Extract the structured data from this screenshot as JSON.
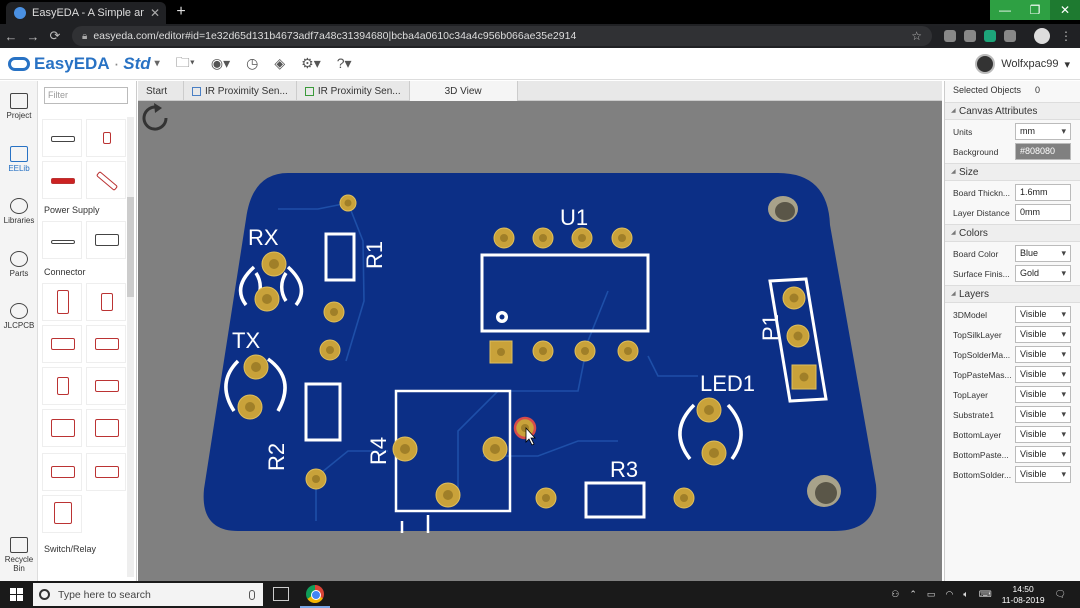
{
  "browser": {
    "tab_title": "EasyEDA - A Simple and Powerfu...",
    "url": "easyeda.com/editor#id=1e32d65d131b4673adf7a48c31394680|bcba4a0610c34a4c956b066ae35e2914"
  },
  "toolbar": {
    "logo_text": "EasyEDA",
    "logo_edition": "Std",
    "username": "Wolfxpac99"
  },
  "leftbar": {
    "items": [
      {
        "label": "Project"
      },
      {
        "label": "EELib"
      },
      {
        "label": "Libraries"
      },
      {
        "label": "Parts"
      },
      {
        "label": "JLCPCB"
      },
      {
        "label": "Recycle Bin"
      }
    ]
  },
  "library": {
    "filter_placeholder": "Filter",
    "sections": [
      "Power Supply",
      "Connector",
      "Switch/Relay"
    ]
  },
  "doc_tabs": [
    {
      "label": "Start"
    },
    {
      "label": "IR Proximity Sen..."
    },
    {
      "label": "IR Proximity Sen..."
    },
    {
      "label": "3D View"
    }
  ],
  "pcb": {
    "board_color": "#0c2f86",
    "silk_color": "#ffffff",
    "pad_color": "#c9a23a",
    "labels": {
      "rx": "RX",
      "tx": "TX",
      "r1": "R1",
      "r2": "R2",
      "r3": "R3",
      "r4": "R4",
      "u1": "U1",
      "p1": "P1",
      "led1": "LED1"
    }
  },
  "properties": {
    "selected_label": "Selected Objects",
    "selected_count": "0",
    "canvas_header": "Canvas Attributes",
    "units_label": "Units",
    "units_value": "mm",
    "background_label": "Background",
    "background_value": "#808080",
    "size_header": "Size",
    "thickness_label": "Board Thickn...",
    "thickness_value": "1.6mm",
    "layer_distance_label": "Layer Distance",
    "layer_distance_value": "0mm",
    "colors_header": "Colors",
    "board_color_label": "Board Color",
    "board_color_value": "Blue",
    "surface_label": "Surface Finis...",
    "surface_value": "Gold",
    "layers_header": "Layers",
    "layers": [
      {
        "name": "3DModel",
        "state": "Visible"
      },
      {
        "name": "TopSilkLayer",
        "state": "Visible"
      },
      {
        "name": "TopSolderMa...",
        "state": "Visible"
      },
      {
        "name": "TopPasteMas...",
        "state": "Visible"
      },
      {
        "name": "TopLayer",
        "state": "Visible"
      },
      {
        "name": "Substrate1",
        "state": "Visible"
      },
      {
        "name": "BottomLayer",
        "state": "Visible"
      },
      {
        "name": "BottomPaste...",
        "state": "Visible"
      },
      {
        "name": "BottomSolder...",
        "state": "Visible"
      }
    ]
  },
  "taskbar": {
    "search_placeholder": "Type here to search",
    "time": "14:50",
    "date": "11-08-2019"
  }
}
